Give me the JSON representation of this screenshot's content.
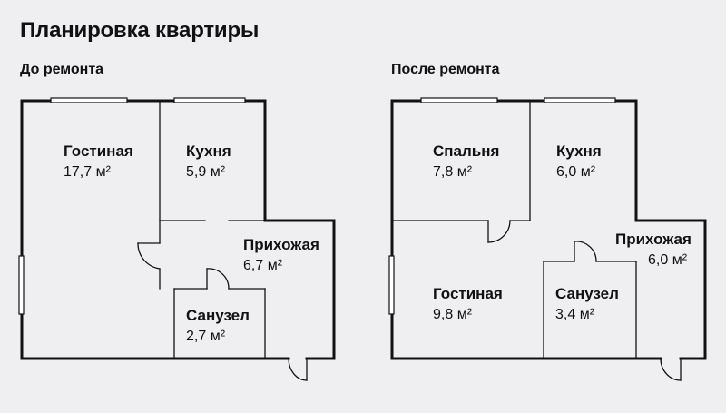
{
  "title": "Планировка квартиры",
  "before": {
    "label": "До ремонта",
    "rooms": {
      "living": {
        "name": "Гостиная",
        "area": "17,7 м²"
      },
      "kitchen": {
        "name": "Кухня",
        "area": "5,9 м²"
      },
      "hall": {
        "name": "Прихожая",
        "area": "6,7 м²"
      },
      "bath": {
        "name": "Санузел",
        "area": "2,7 м²"
      }
    }
  },
  "after": {
    "label": "После ремонта",
    "rooms": {
      "bedroom": {
        "name": "Спальня",
        "area": "7,8 м²"
      },
      "kitchen": {
        "name": "Кухня",
        "area": "6,0 м²"
      },
      "hall": {
        "name": "Прихожая",
        "area": "6,0 м²"
      },
      "living": {
        "name": "Гостиная",
        "area": "9,8 м²"
      },
      "bath": {
        "name": "Санузел",
        "area": "3,4 м²"
      }
    }
  },
  "colors": {
    "background": "#efeff1",
    "wall": "#111111",
    "window": "#ffffff"
  }
}
